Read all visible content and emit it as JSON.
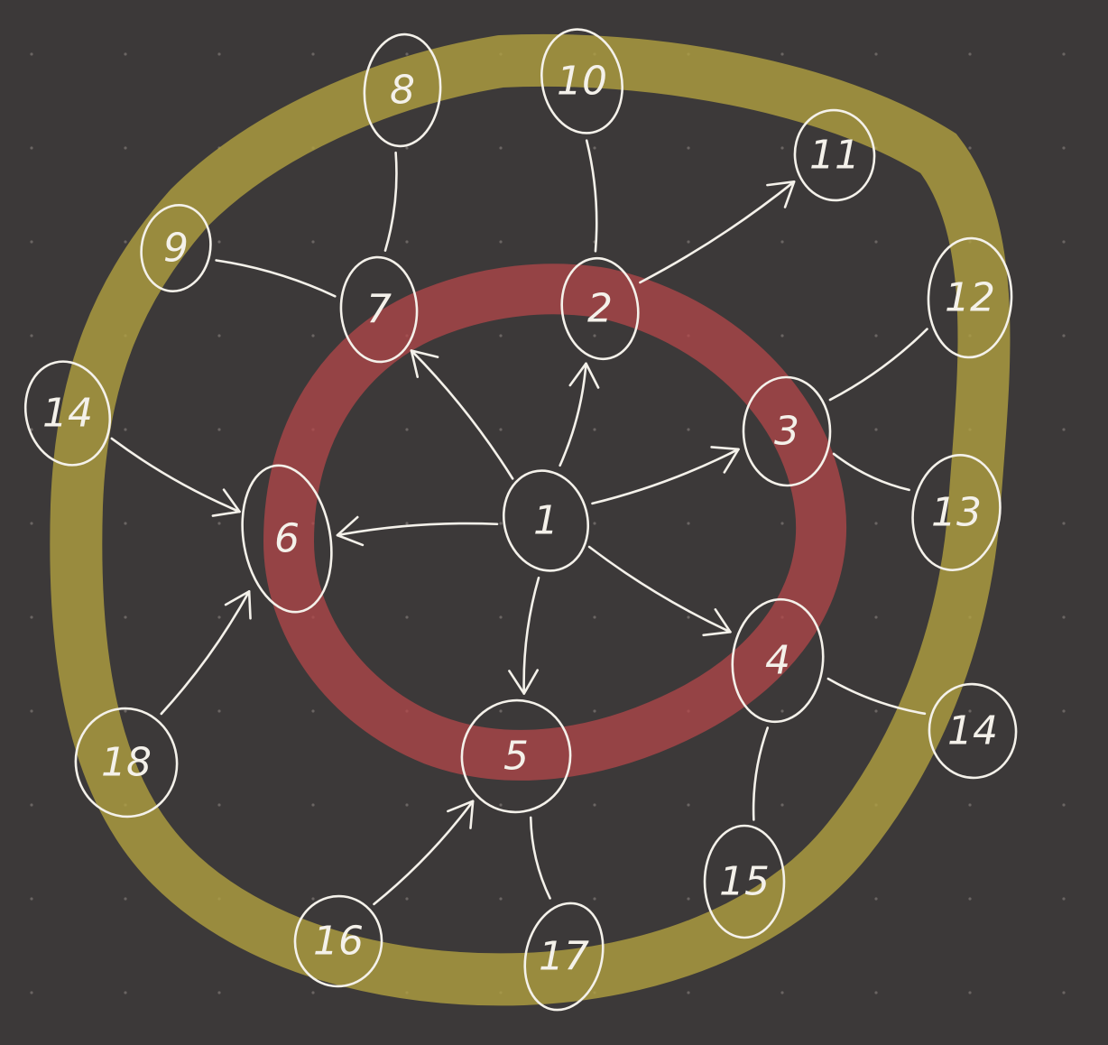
{
  "diagram": {
    "colors": {
      "background": "#3c3939",
      "grid_dot": "#8f8b86",
      "ink": "#f4f1ea",
      "outer_highlight": "#b4a340",
      "inner_highlight": "#b8474a"
    },
    "nodes": [
      {
        "id": "n1",
        "label": "1"
      },
      {
        "id": "n2",
        "label": "2"
      },
      {
        "id": "n3",
        "label": "3"
      },
      {
        "id": "n4",
        "label": "4"
      },
      {
        "id": "n5",
        "label": "5"
      },
      {
        "id": "n6",
        "label": "6"
      },
      {
        "id": "n7",
        "label": "7"
      },
      {
        "id": "n8",
        "label": "8"
      },
      {
        "id": "n9",
        "label": "9"
      },
      {
        "id": "n10",
        "label": "10"
      },
      {
        "id": "n11",
        "label": "11"
      },
      {
        "id": "n12",
        "label": "12"
      },
      {
        "id": "n13",
        "label": "13"
      },
      {
        "id": "n14a",
        "label": "14"
      },
      {
        "id": "n14b",
        "label": "14"
      },
      {
        "id": "n15",
        "label": "15"
      },
      {
        "id": "n16",
        "label": "16"
      },
      {
        "id": "n17",
        "label": "17"
      },
      {
        "id": "n18",
        "label": "18"
      }
    ],
    "edges": [
      {
        "from": "n1",
        "to": "n2",
        "directed": true
      },
      {
        "from": "n1",
        "to": "n3",
        "directed": true
      },
      {
        "from": "n1",
        "to": "n4",
        "directed": true
      },
      {
        "from": "n1",
        "to": "n5",
        "directed": true
      },
      {
        "from": "n1",
        "to": "n6",
        "directed": true
      },
      {
        "from": "n1",
        "to": "n7",
        "directed": true
      },
      {
        "from": "n7",
        "to": "n8",
        "directed": false
      },
      {
        "from": "n7",
        "to": "n9",
        "directed": false
      },
      {
        "from": "n2",
        "to": "n10",
        "directed": false
      },
      {
        "from": "n2",
        "to": "n11",
        "directed": true
      },
      {
        "from": "n3",
        "to": "n12",
        "directed": false
      },
      {
        "from": "n3",
        "to": "n13",
        "directed": false
      },
      {
        "from": "n4",
        "to": "n14b",
        "directed": false
      },
      {
        "from": "n4",
        "to": "n15",
        "directed": false
      },
      {
        "from": "n5",
        "to": "n17",
        "directed": false
      },
      {
        "from": "n16",
        "to": "n5",
        "directed": true
      },
      {
        "from": "n14a",
        "to": "n6",
        "directed": true
      },
      {
        "from": "n18",
        "to": "n6",
        "directed": true
      }
    ]
  }
}
